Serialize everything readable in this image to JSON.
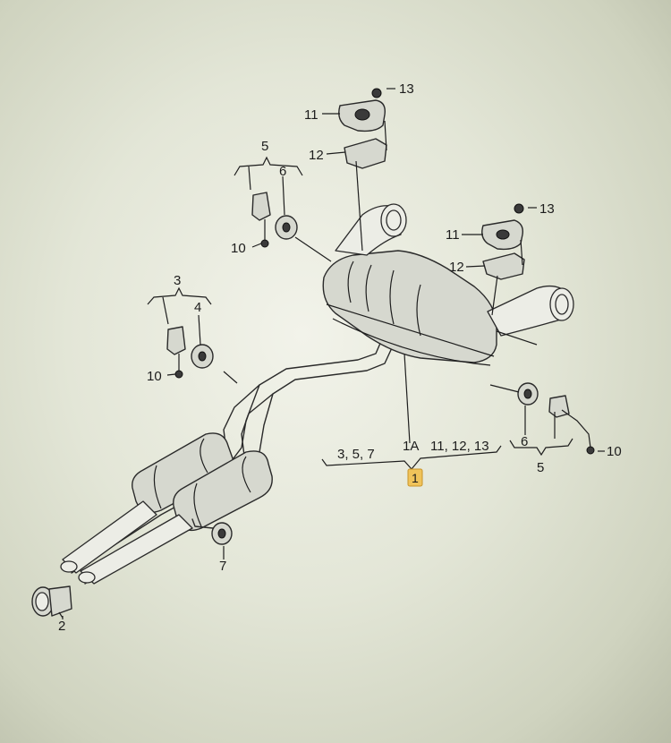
{
  "labels": {
    "n2": "2",
    "n3": "3",
    "n4": "4",
    "n5_left": "5",
    "n6_left": "6",
    "n7": "7",
    "n10_left_a": "10",
    "n10_left_b": "10",
    "n11_upper": "11",
    "n12_upper": "12",
    "n13_upper": "13",
    "n11_right": "11",
    "n12_right": "12",
    "n13_right": "13",
    "group_357": "3, 5, 7",
    "group_1a": "1A",
    "group_111213": "11, 12, 13",
    "n6_right": "6",
    "n5_right": "5",
    "n10_right": "10",
    "highlight": "1"
  },
  "colors": {
    "highlight": "#f0c35a",
    "ink": "#1c1c1c",
    "background": "#e3e6d7"
  }
}
